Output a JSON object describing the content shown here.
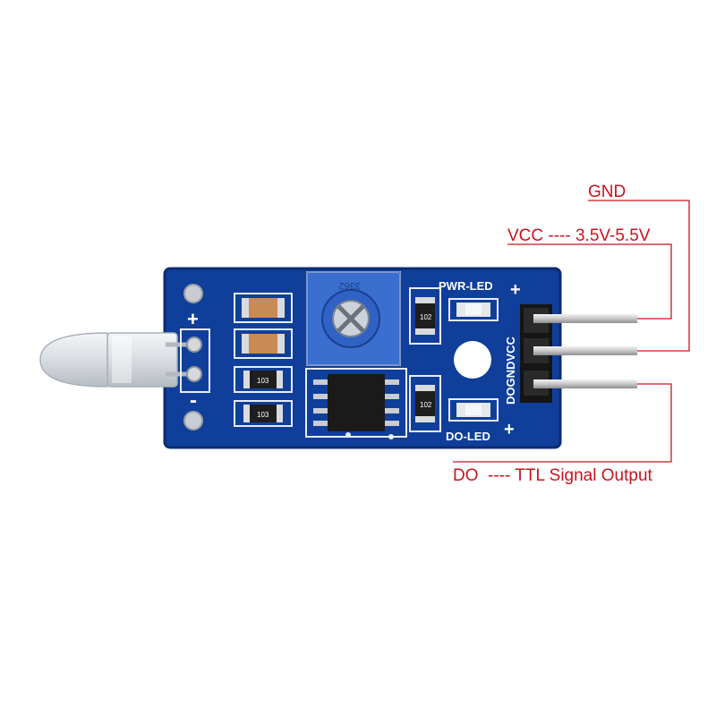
{
  "callouts": {
    "gnd": "GND",
    "vcc": "VCC ---- 3.5V-5.5V",
    "do": "DO  ---- TTL Signal Output"
  },
  "board": {
    "pwr_led": "PWR-LED",
    "do_led": "DO-LED",
    "pin_header": "DOGNDVCC",
    "plus_top": "+",
    "plus_bottom": "+",
    "sensor_plus": "+",
    "sensor_minus": "-",
    "trimpot_marking": "3362",
    "resistor_a": "103",
    "resistor_b": "103",
    "resistor_c": "102",
    "resistor_d": "102"
  },
  "colors": {
    "pcb": "#0f3f9a",
    "callout": "#c8141c",
    "trimpot": "#3a6fd0"
  }
}
